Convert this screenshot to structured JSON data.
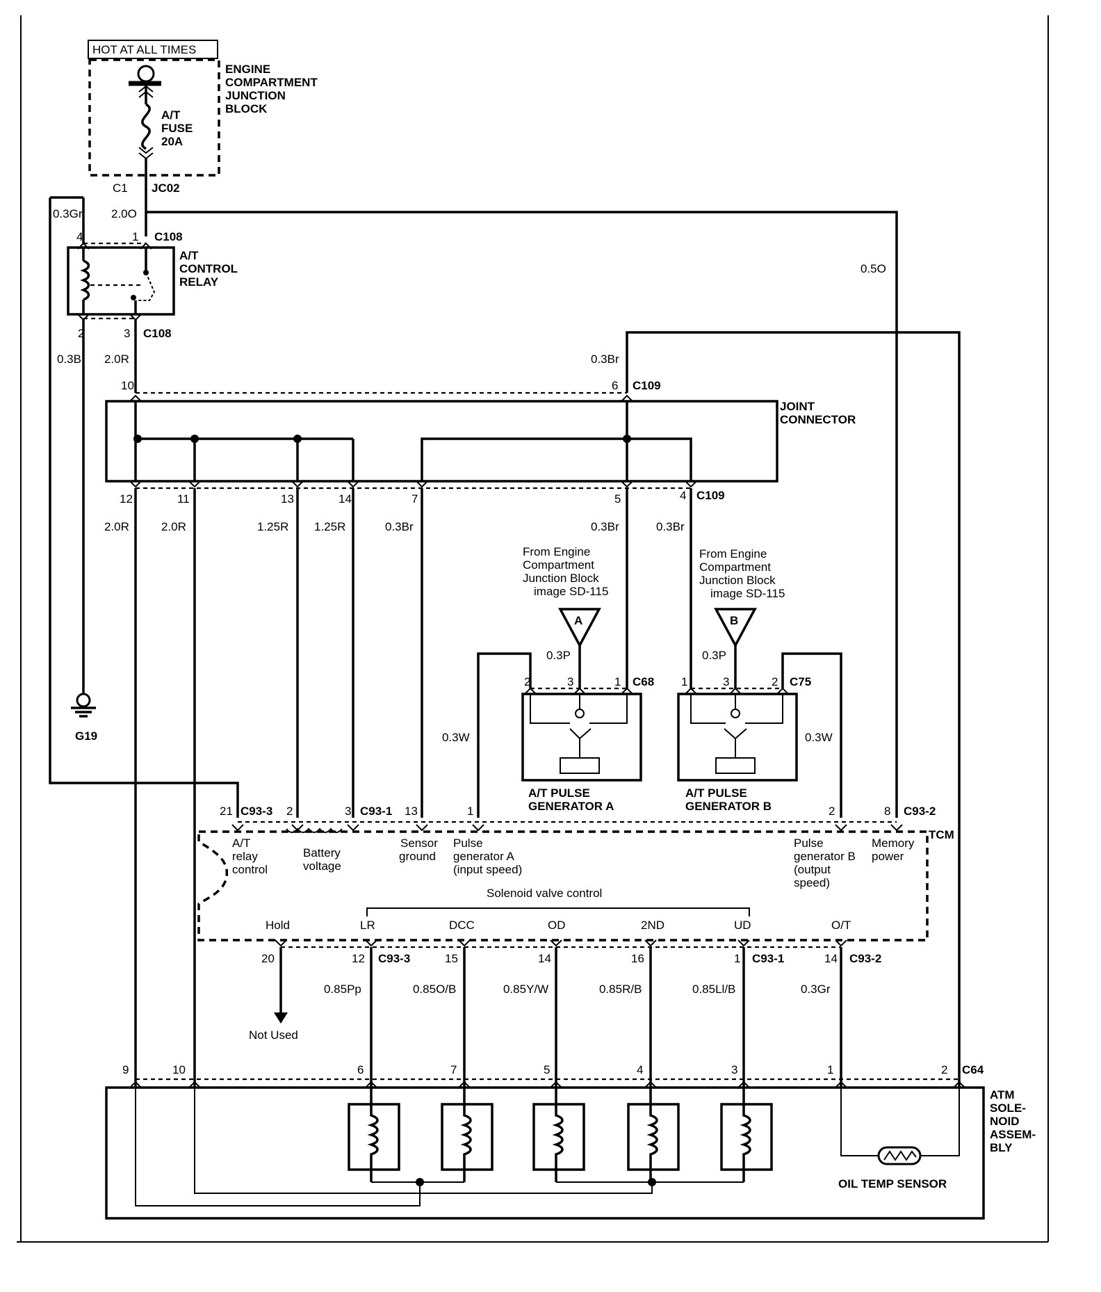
{
  "hot_label": "HOT AT ALL TIMES",
  "jb_label": [
    "ENGINE",
    "COMPARTMENT",
    "JUNCTION",
    "BLOCK"
  ],
  "fuse_label": [
    "A/T",
    "FUSE",
    "20A"
  ],
  "conn_c1": "C1",
  "conn_jc02": "JC02",
  "relay_label": [
    "A/T",
    "CONTROL",
    "RELAY"
  ],
  "c108": "C108",
  "c109": "C109",
  "c68": "C68",
  "c75": "C75",
  "c93_1": "C93-1",
  "c93_2": "C93-2",
  "c93_3": "C93-3",
  "c64": "C64",
  "tcm": "TCM",
  "joint_label": [
    "JOINT",
    "CONNECTOR"
  ],
  "ground": "G19",
  "wires": {
    "w03gr": "0.3Gr",
    "w20o": "2.0O",
    "w03b": "0.3B",
    "w20r": "2.0R",
    "w05o": "0.5O",
    "w03br": "0.3Br",
    "w125r": "1.25R",
    "w03p": "0.3P",
    "w03w": "0.3W",
    "w085pp": "0.85Pp",
    "w085ob": "0.85O/B",
    "w085yw": "0.85Y/W",
    "w085rb": "0.85R/B",
    "w085lb": "0.85Ll/B"
  },
  "pins": {
    "p1": "1",
    "p2": "2",
    "p3": "3",
    "p4": "4",
    "p5": "5",
    "p6": "6",
    "p7": "7",
    "p8": "8",
    "p9": "9",
    "p10": "10",
    "p11": "11",
    "p12": "12",
    "p13": "13",
    "p14": "14",
    "p15": "15",
    "p16": "16",
    "p20": "20",
    "p21": "21"
  },
  "from_ecjb": [
    "From Engine",
    "Compartment",
    "Junction Block",
    "image SD-115"
  ],
  "marker_a": "A",
  "marker_b": "B",
  "pg_a": [
    "A/T PULSE",
    "GENERATOR A"
  ],
  "pg_b": [
    "A/T PULSE",
    "GENERATOR B"
  ],
  "tcm_labels": {
    "at_relay": [
      "A/T",
      "relay",
      "control"
    ],
    "battery": [
      "Battery",
      "voltage"
    ],
    "sensor_gnd": [
      "Sensor",
      "ground"
    ],
    "pulse_a": [
      "Pulse",
      "generator A",
      "(input speed)"
    ],
    "pulse_b": [
      "Pulse",
      "generator B",
      "(output",
      "speed)"
    ],
    "memory": [
      "Memory",
      "power"
    ],
    "solenoid_ctrl": "Solenoid valve control",
    "hold": "Hold",
    "lr": "LR",
    "dcc": "DCC",
    "od": "OD",
    "second": "2ND",
    "ud": "UD",
    "ot": "O/T"
  },
  "not_used": "Not Used",
  "atm": [
    "ATM",
    "SOLE-",
    "NOID",
    "ASSEM-",
    "BLY"
  ],
  "oil_temp": "OIL TEMP SENSOR"
}
